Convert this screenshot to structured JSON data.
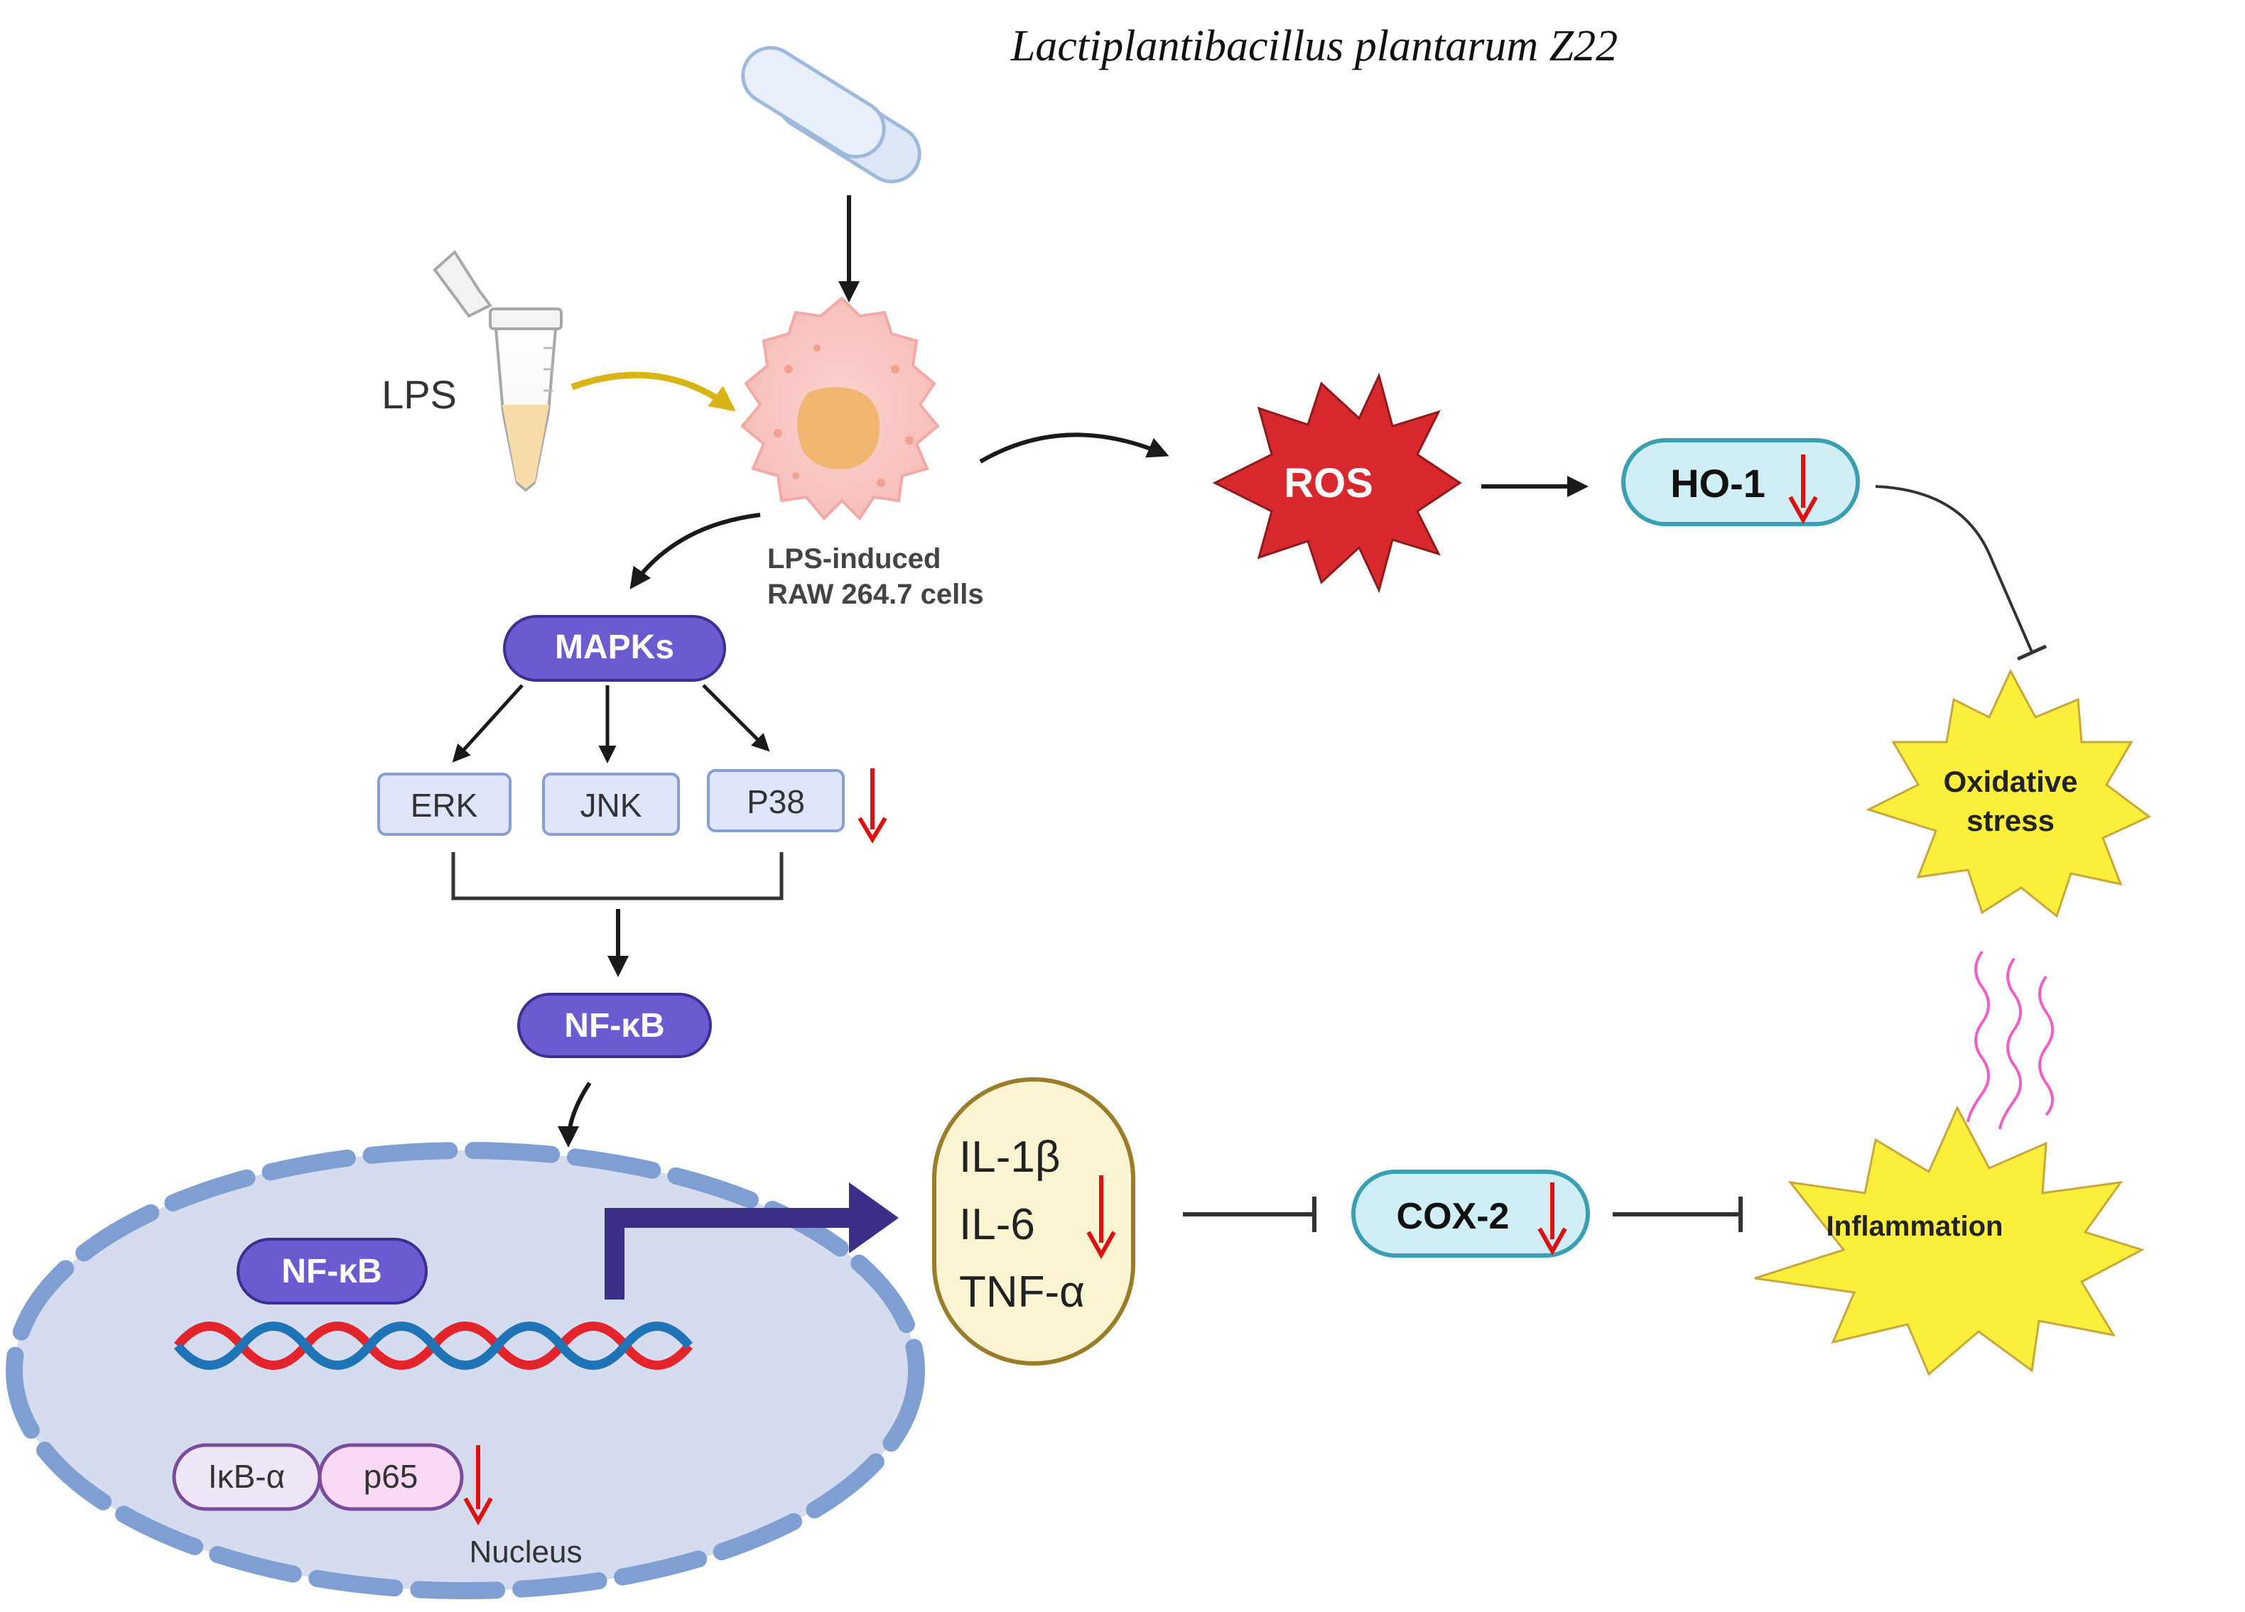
{
  "title": "Lactiplantibacillus plantarum Z22",
  "lps_label": "LPS",
  "cell_label_line1": "LPS-induced",
  "cell_label_line2": "RAW 264.7 cells",
  "ros_label": "ROS",
  "ho1_label": "HO-1",
  "oxidative_stress_line1": "Oxidative",
  "oxidative_stress_line2": "stress",
  "mapks_label": "MAPKs",
  "erk_label": "ERK",
  "jnk_label": "JNK",
  "p38_label": "P38",
  "nfkb_label": "NF-κB",
  "nucleus_nfkb_label": "NF-κB",
  "ikba_label": "IκB-α",
  "p65_label": "p65",
  "nucleus_label": "Nucleus",
  "cytokines": [
    "IL-1β",
    "IL-6",
    "TNF-α"
  ],
  "cox2_label": "COX-2",
  "inflammation_label": "Inflammation",
  "colors": {
    "protein_purple": "#6a5bd0",
    "down_arrow_red": "#e01010",
    "ros_red": "#d7282d",
    "starburst_yellow": "#fbef3c",
    "kinase_box": "#dfe6fb",
    "nucleus_fill": "#d5dcf0",
    "nucleus_border": "#7f9fd3",
    "pill_cyan": "#cfeef6",
    "cytokine_fill": "#fbf4d3"
  }
}
